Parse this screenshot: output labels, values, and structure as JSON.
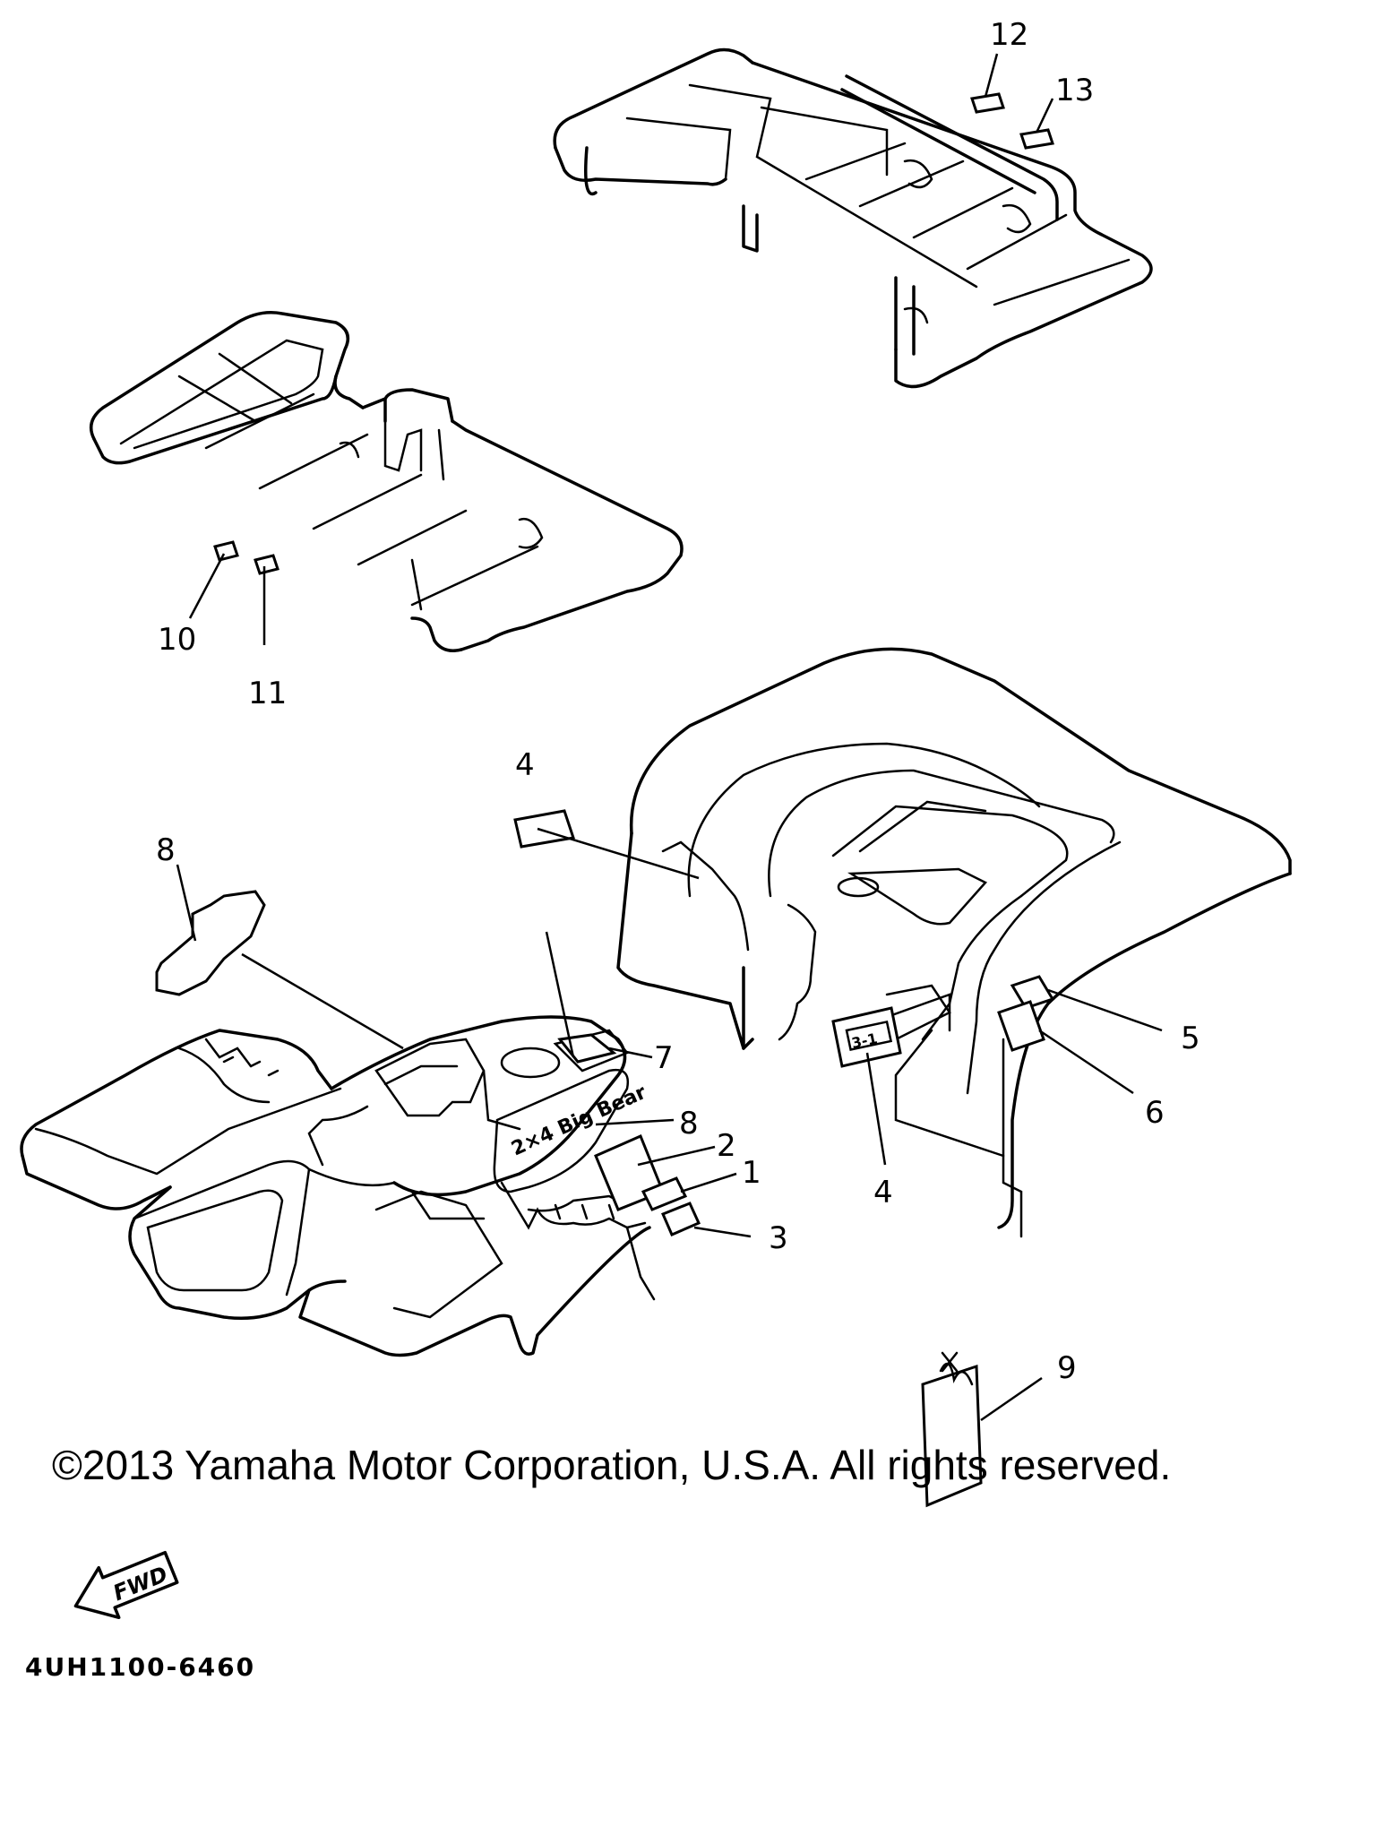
{
  "diagram": {
    "drawing_code": "4UH1100-6460",
    "fwd_label": "FWD",
    "copyright": "©2013 Yamaha Motor Corporation, U.S.A. All rights reserved.",
    "callouts": {
      "c1": "1",
      "c2": "2",
      "c3": "3",
      "c4a": "4",
      "c4b": "4",
      "c5": "5",
      "c6": "6",
      "c7": "7",
      "c8a": "8",
      "c8b": "8",
      "c9": "9",
      "c10": "10",
      "c11": "11",
      "c12": "12",
      "c13": "13"
    },
    "emblem_text": "2×4 Big Bear",
    "rear_label_text": "3-1"
  }
}
